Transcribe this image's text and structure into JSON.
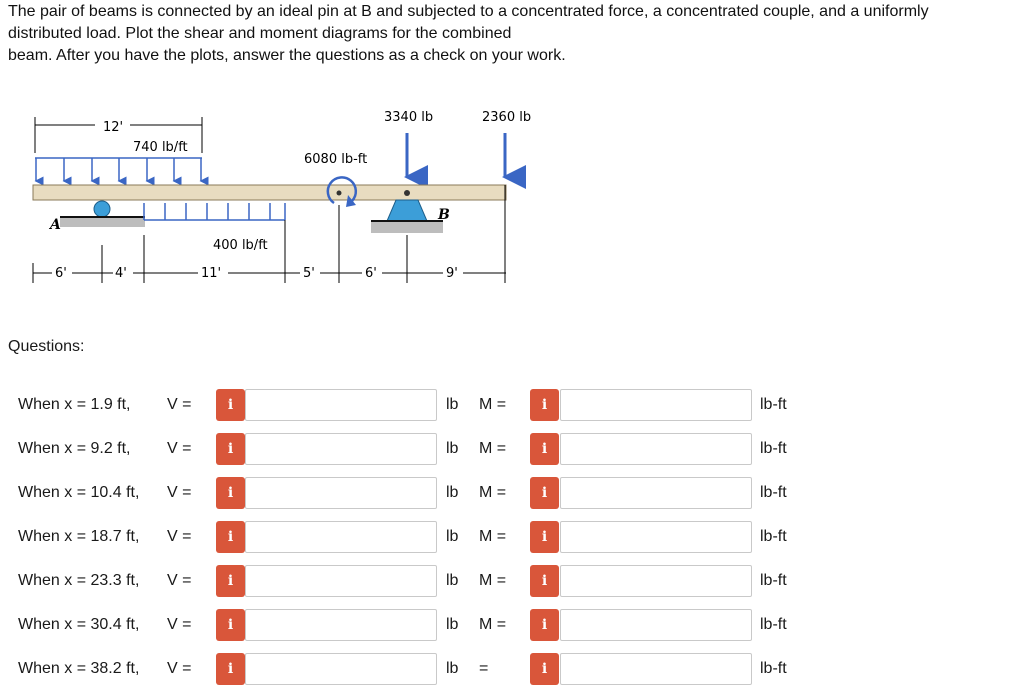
{
  "problem": {
    "line1": "The pair of beams is connected by an ideal pin at B and subjected to a concentrated force, a concentrated couple, and a uniformly",
    "line2": "distributed load. Plot the shear and moment diagrams for the combined",
    "line3": "beam. After you have the plots, answer the questions as a check on your work."
  },
  "figure": {
    "load_top_label": "740 lb/ft",
    "load_bottom_label": "400 lb/ft",
    "couple_label": "6080 lb-ft",
    "force1_label": "3340 lb",
    "force2_label": "2360 lb",
    "dim_top": "12'",
    "support_a_label": "A",
    "support_b_label": "B",
    "dims": [
      "6'",
      "4'",
      "11'",
      "5'",
      "6'",
      "9'"
    ]
  },
  "questions_header": "Questions:",
  "info_icon": "i",
  "units": {
    "shear": "lb",
    "moment": "lb-ft"
  },
  "rows": [
    {
      "when": "When x = 1.9 ft,",
      "v_label": "V =",
      "m_label": "M =",
      "v_value": "",
      "m_value": ""
    },
    {
      "when": "When x = 9.2 ft,",
      "v_label": "V =",
      "m_label": "M =",
      "v_value": "",
      "m_value": ""
    },
    {
      "when": "When x = 10.4 ft,",
      "v_label": "V =",
      "m_label": "M =",
      "v_value": "",
      "m_value": ""
    },
    {
      "when": "When x = 18.7 ft,",
      "v_label": "V =",
      "m_label": "M =",
      "v_value": "",
      "m_value": ""
    },
    {
      "when": "When x = 23.3 ft,",
      "v_label": "V =",
      "m_label": "M =",
      "v_value": "",
      "m_value": ""
    },
    {
      "when": "When x = 30.4 ft,",
      "v_label": "V =",
      "m_label": "M =",
      "v_value": "",
      "m_value": ""
    },
    {
      "when": "When x = 38.2 ft,",
      "v_label": "V =",
      "m_label": "=",
      "v_value": "",
      "m_value": ""
    }
  ],
  "colors": {
    "beam": "#e8dcc0",
    "load_arrow": "#3a66c4",
    "support": "#3c9ed8",
    "info_button": "#d9563a"
  }
}
